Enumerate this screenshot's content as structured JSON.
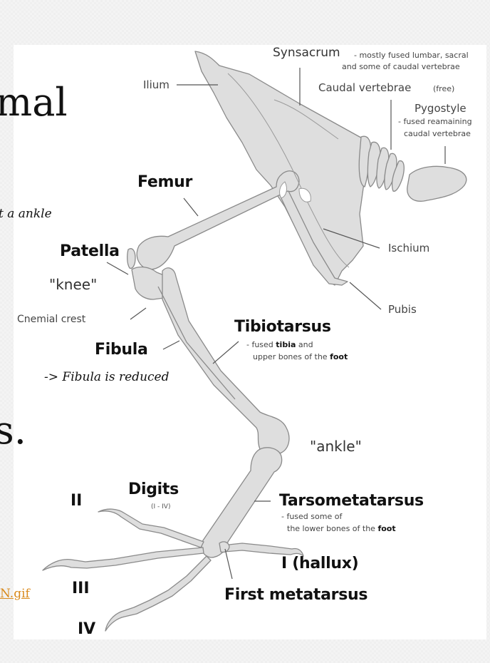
{
  "slide": {
    "title_fragments": [
      "mal",
      "s."
    ],
    "notes": [
      "t a ankle",
      "-> Fibula is reduced"
    ],
    "link_fragment": "N.gif",
    "link_color": "#d98a1c"
  },
  "diagram": {
    "bone_fill": "#dedede",
    "bone_stroke": "#8a8a8a",
    "labels": {
      "ilium": "Ilium",
      "synsacrum": "Synsacrum",
      "synsacrum_desc_1": "- mostly fused lumbar, sacral",
      "synsacrum_desc_2": "and some of caudal vertebrae",
      "caudal": "Caudal vertebrae",
      "caudal_note": "(free)",
      "pygostyle": "Pygostyle",
      "pygostyle_desc_1": "- fused reamaining",
      "pygostyle_desc_2": "caudal vertebrae",
      "femur": "Femur",
      "patella": "Patella",
      "knee": "\"knee\"",
      "cnemial": "Cnemial crest",
      "fibula": "Fibula",
      "ischium": "Ischium",
      "pubis": "Pubis",
      "tibiotarsus": "Tibiotarsus",
      "tibiotarsus_desc_1_a": "- fused ",
      "tibiotarsus_desc_1_b": "tibia",
      "tibiotarsus_desc_1_c": " and",
      "tibiotarsus_desc_2_a": "upper bones of the ",
      "tibiotarsus_desc_2_b": "foot",
      "ankle": "\"ankle\"",
      "digits": "Digits",
      "digits_range": "(I - IV)",
      "digit_2": "II",
      "digit_3": "III",
      "digit_4": "IV",
      "tarsometatarsus": "Tarsometatarsus",
      "tarso_desc_1": "- fused some of",
      "tarso_desc_2_a": "the lower bones of the ",
      "tarso_desc_2_b": "foot",
      "hallux": "I (hallux)",
      "first_metatarsus": "First metatarsus"
    }
  }
}
